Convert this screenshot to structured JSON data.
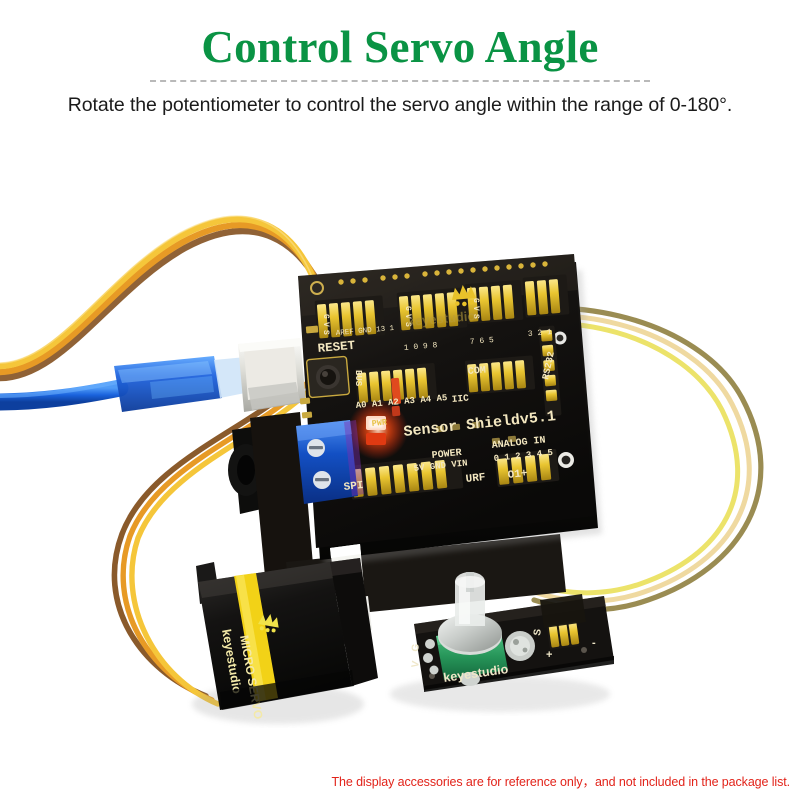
{
  "header": {
    "title": "Control Servo Angle",
    "subtitle": "Rotate the potentiometer to control the servo angle within the range of 0-180°.",
    "title_color": "#0a9344"
  },
  "footer": {
    "note": "The display accessories are for reference only，and not included in the package list.",
    "note_color": "#e2231a"
  },
  "photo": {
    "alt": "keyestudio Sensor Shield v5.1 mounted on an Arduino board, wired to a micro servo and a rotary potentiometer module",
    "background": "#ffffff",
    "board": {
      "name": "Sensor Shield v5.1",
      "brand": "keyestudio",
      "pcb_color": "#100e0c",
      "header_color": "#e8c22a",
      "silkscreen": {
        "model": "Sensor Shieldv5.1",
        "brand": "keyestudio",
        "reset": "RESET",
        "power_group": "POWER",
        "power_pins": "5V GND VIN",
        "analog_group": "ANALOG IN",
        "analog_pins": "0 1 2 3 4 5",
        "analog_row": "A0 A1 A2 A3 A4 A5",
        "spi": "SPI",
        "urf": "URF",
        "urf_pins": "O1+",
        "iic": "IIC",
        "com": "COM",
        "bus": "BUS",
        "pwr": "PWR",
        "rs232": "RS232",
        "aref_gnd": "AREF GND 13 1",
        "digital_pins_high": "1 0 9 8",
        "digital_pins_mid": "7 6 5",
        "digital_pins_low": "3 2 1",
        "gvs": "G V S"
      },
      "led": {
        "label": "PWR",
        "state": "on",
        "color": "#ff2a08"
      },
      "terminal_block_color": "#1455c4",
      "barrel_jack_color": "#181818",
      "usb_port_color": "#d8d8d4"
    },
    "servo": {
      "name": "MICRO SERVO",
      "brand": "keyestudio",
      "body_color": "#141414",
      "stripe_color": "#f2d217",
      "horn_color": "#f0f0ec",
      "cable_colors": [
        "#e8a72c",
        "#f2c534",
        "#8a5a2b"
      ]
    },
    "potentiometer": {
      "brand": "keyestudio",
      "pcb_color": "#100e0c",
      "knob_color": "#cfd3d0",
      "pot_body_color": "#2faa63",
      "pin_labels": [
        "G",
        "V",
        "S"
      ],
      "header_color": "#e8c22a",
      "cable_colors": [
        "#ece36a",
        "#efd9a0",
        "#9a8c52"
      ]
    },
    "usb_cable": {
      "connector_color": "#1c5fd8",
      "cable_color": "#1f6fe0"
    }
  }
}
